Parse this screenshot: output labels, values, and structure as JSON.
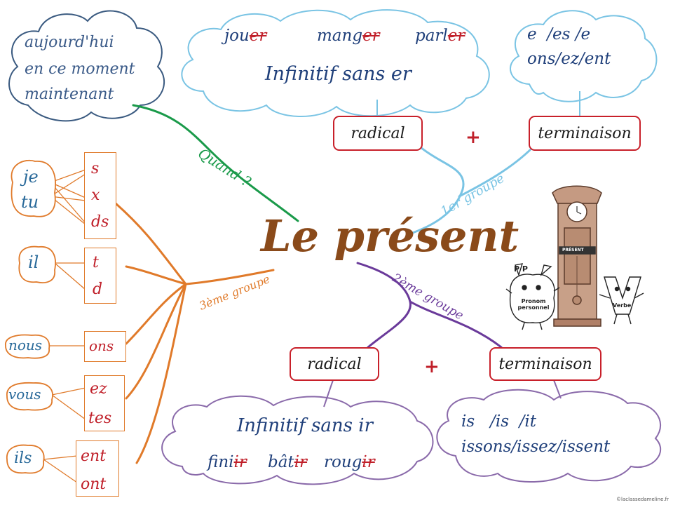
{
  "title": "Le présent",
  "credit": "©laclassedameline.fr",
  "quand": {
    "branch_label": "Quand ?",
    "words": [
      "aujourd'hui",
      "en ce moment",
      "maintenant"
    ]
  },
  "groupe1": {
    "branch_label": "1er groupe",
    "radical": "radical",
    "plus": "+",
    "terminaison": "terminaison",
    "cloud_title": "Infinitif sans er",
    "verbs": [
      {
        "stem": "jou",
        "ending": "er"
      },
      {
        "stem": "mang",
        "ending": "er"
      },
      {
        "stem": "parl",
        "ending": "er"
      }
    ],
    "endings_line1": "e  /es /e",
    "endings_line2": "ons/ez/ent"
  },
  "groupe2": {
    "branch_label": "2ème groupe",
    "radical": "radical",
    "plus": "+",
    "terminaison": "terminaison",
    "cloud_title": "Infinitif sans ir",
    "verbs": [
      {
        "stem": "fini",
        "ending": "ir"
      },
      {
        "stem": "bât",
        "ending": "ir"
      },
      {
        "stem": "roug",
        "ending": "ir"
      }
    ],
    "endings_line1": "is   /is  /it",
    "endings_line2": "issons/issez/issent"
  },
  "groupe3": {
    "branch_label": "3ème groupe",
    "pronouns": {
      "je": "je",
      "tu": "tu",
      "il": "il",
      "nous": "nous",
      "vous": "vous",
      "ils": "ils"
    },
    "endings_jetu": [
      "s",
      "x",
      "ds"
    ],
    "endings_il": [
      "t",
      "d"
    ],
    "endings_nous": [
      "ons"
    ],
    "endings_vous": [
      "ez",
      "tes"
    ],
    "endings_ils": [
      "ent",
      "ont"
    ]
  },
  "illustration": {
    "sign": "PRÉSENT",
    "pronom_label": "Pronom personnel",
    "pronom_letters": "P P",
    "verbe_label": "Verbe",
    "verbe_letter": "V"
  },
  "colors": {
    "title": "#8a4a1a",
    "quand": "#1a9a4a",
    "groupe1": "#7ac4e4",
    "groupe2": "#6a3a9a",
    "groupe3": "#e07a2a",
    "box_border": "#c8202a",
    "cloud_quand": "#3a5a80",
    "cloud_g1": "#7ac4e4",
    "cloud_g2": "#8a6aaa"
  }
}
